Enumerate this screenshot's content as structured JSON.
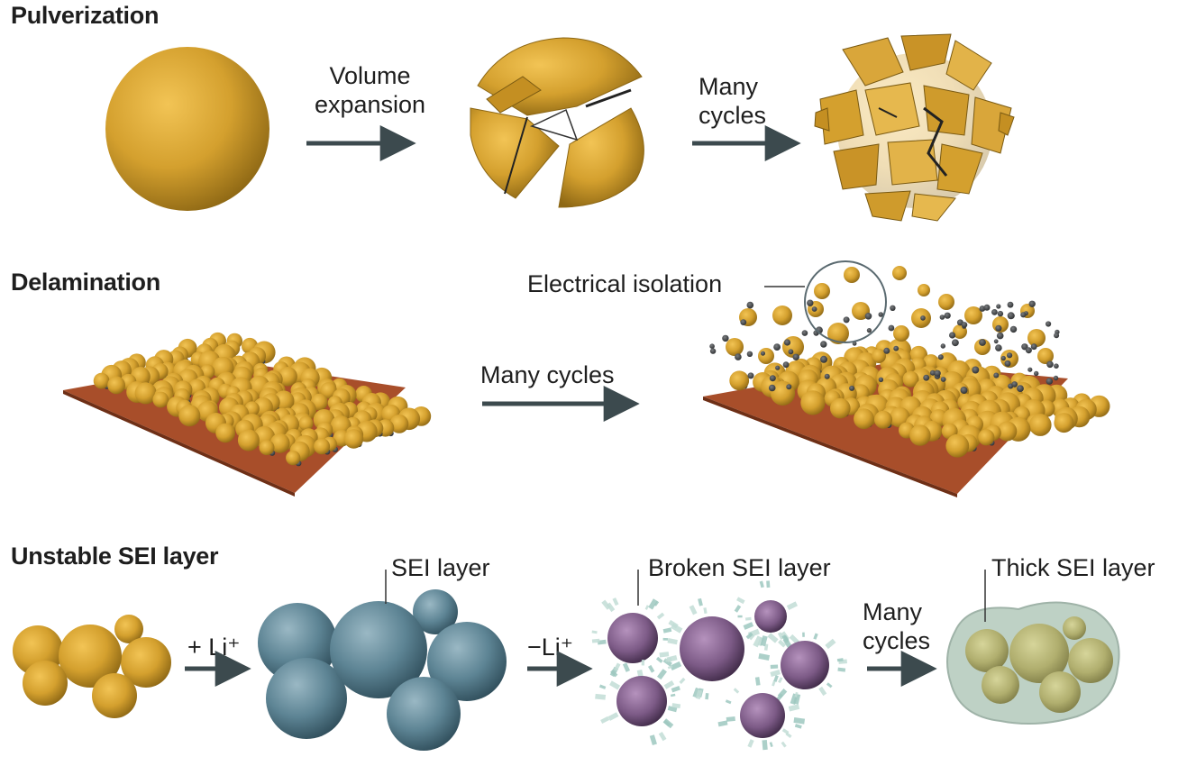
{
  "sections": {
    "pulverization": {
      "title": "Pulverization",
      "arrow1_label": [
        "Volume",
        "expansion"
      ],
      "arrow2_label": [
        "Many",
        "cycles"
      ]
    },
    "delamination": {
      "title": "Delamination",
      "arrow_label": "Many cycles",
      "callout": "Electrical isolation"
    },
    "sei": {
      "title": "Unstable SEI layer",
      "arrow1_label": "+ Li⁺",
      "arrow2_label": "−Li⁺",
      "arrow3_label": [
        "Many",
        "cycles"
      ],
      "callout_sei": "SEI layer",
      "callout_broken": "Broken SEI layer",
      "callout_thick": "Thick SEI layer"
    }
  },
  "colors": {
    "particle": "#d4a02e",
    "substrate": "#a84e2a",
    "sei_blue": "#5d8494",
    "broken_core": "#7c5a86",
    "thick_sei": "#a9c2b2",
    "arrow": "#3c4a4e"
  }
}
